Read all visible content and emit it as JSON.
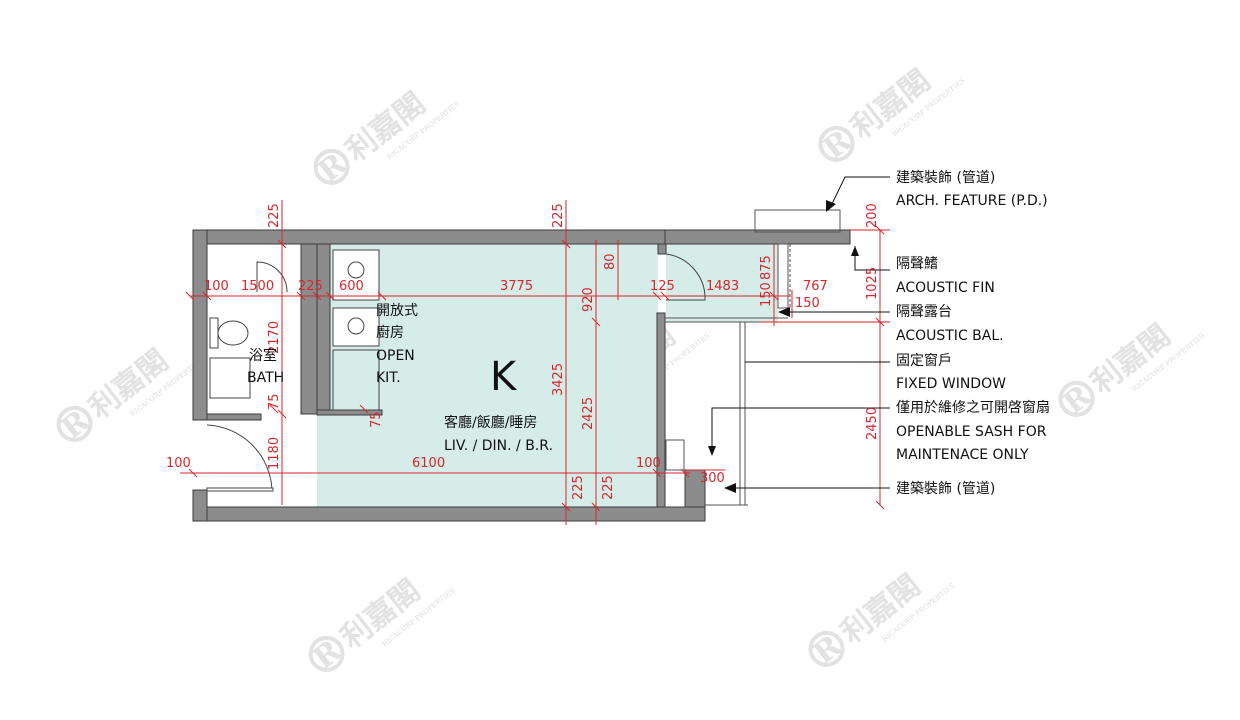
{
  "colors": {
    "wall": "#8c8c8c",
    "wall_edge": "#3c3c3c",
    "floor": "#d6ece8",
    "dim": "#d8262c",
    "label": "#111111",
    "watermark": "#e4e4e4"
  },
  "room_labels": {
    "bath_cn": "浴室",
    "bath_en": "BATH",
    "kit_cn1": "開放式",
    "kit_cn2": "廚房",
    "kit_en1": "OPEN",
    "kit_en2": "KIT.",
    "unit": "K",
    "liv_cn": "客廳/飯廳/睡房",
    "liv_en": "LIV. / DIN. / B.R."
  },
  "callouts": {
    "arch_cn": "建築裝飾 (管道)",
    "arch_en": "ARCH. FEATURE (P.D.)",
    "fin_cn": "隔聲鰭",
    "fin_en": "ACOUSTIC FIN",
    "bal_cn": "隔聲露台",
    "bal_en": "ACOUSTIC BAL.",
    "fixed_cn": "固定窗戶",
    "fixed_en": "FIXED WINDOW",
    "sash_cn": "僅用於維修之可開啓窗扇",
    "sash_en1": "OPENABLE SASH FOR",
    "sash_en2": "MAINTENACE ONLY",
    "arch2_cn": "建築裝飾 (管道)"
  },
  "dimensions": {
    "d225_top_left": "225",
    "d225_top_mid": "225",
    "d100_a": "100",
    "d1500": "1500",
    "d225_b": "225",
    "d600": "600",
    "d3775": "3775",
    "d920": "920",
    "d80": "80",
    "d125": "125",
    "d1483": "1483",
    "d875": "875",
    "d767": "767",
    "d200": "200",
    "d1025": "1025",
    "d150_a": "150",
    "d150_b": "150",
    "d2170": "2170",
    "d75_a": "75",
    "d75_b": "75",
    "d3425": "3425",
    "d2425": "2425",
    "d1180": "1180",
    "d100_b": "100",
    "d6100": "6100",
    "d100_c": "100",
    "d300": "300",
    "d225_bot_a": "225",
    "d225_bot_b": "225",
    "d2450": "2450"
  },
  "watermark": {
    "cn": "利嘉閣",
    "en": "RICACORP PROPERTIES",
    "logo": "R"
  }
}
